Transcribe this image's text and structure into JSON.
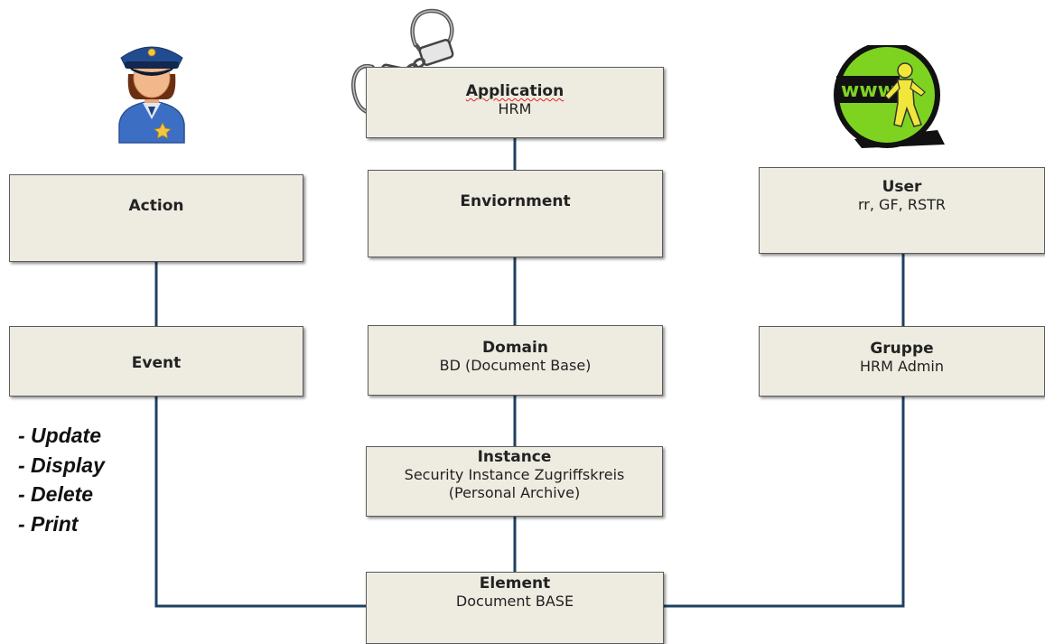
{
  "colors": {
    "box_fill": "#eeece1",
    "box_border": "#5b5b5b",
    "connector": "#1f4161",
    "user_icon_green": "#7ed321"
  },
  "icons": {
    "police": "police-officer-icon",
    "handcuffs": "handcuffs-icon",
    "www_user": "www-user-icon"
  },
  "boxes": {
    "action": {
      "title": "Action"
    },
    "event": {
      "title": "Event"
    },
    "application": {
      "title": "Application",
      "sub": "HRM"
    },
    "environment": {
      "title": "Enviornment"
    },
    "domain": {
      "title": "Domain",
      "sub": "BD (Document Base)"
    },
    "instance": {
      "title": "Instance",
      "sub1": "Security Instance Zugriffskreis",
      "sub2": "(Personal Archive)"
    },
    "element": {
      "title": "Element",
      "sub": "Document BASE"
    },
    "user": {
      "title": "User",
      "sub": "rr, GF, RSTR"
    },
    "gruppe": {
      "title": "Gruppe",
      "sub": "HRM Admin"
    }
  },
  "events": [
    "- Update",
    "- Display",
    "- Delete",
    "- Print"
  ]
}
